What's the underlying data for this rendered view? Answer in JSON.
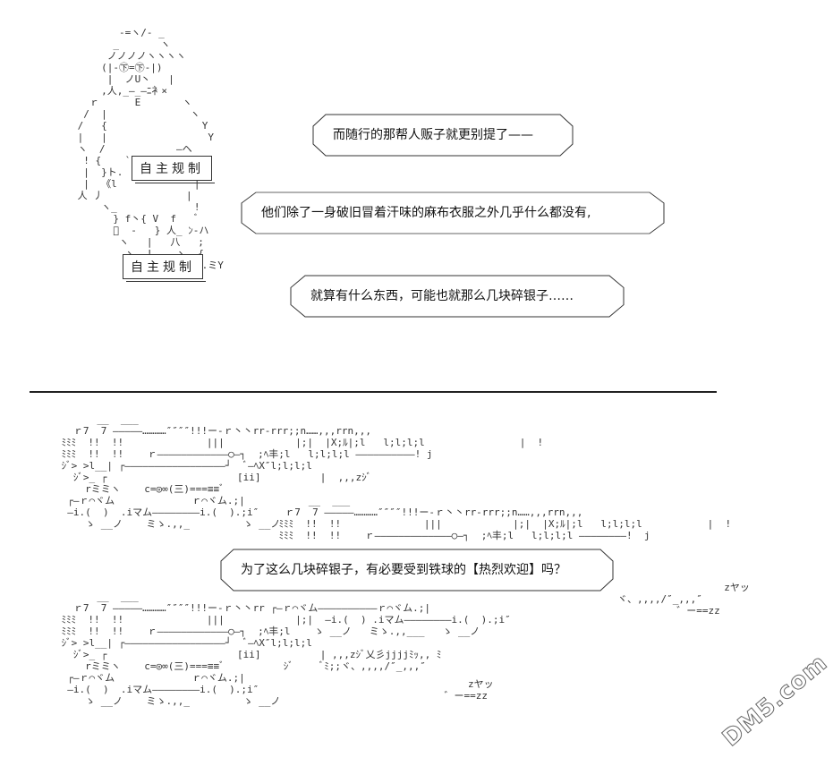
{
  "bubbles": {
    "b1": "而随行的那帮人贩子就更别提了——",
    "b2": "他们除了一身破旧冒着汗味的麻布衣服之外几乎什么都没有,",
    "b3": "就算有什么东西，可能也就那么几块碎银子……",
    "b4": "为了这么几块碎银子，有必要受到铁球的【热烈欢迎】吗？"
  },
  "labels": {
    "mosaic1": "自主规制",
    "mosaic2": "自主规制"
  },
  "sfx": {
    "s1": "zヤッ",
    "s2": "zz",
    "s3": "zヤッ",
    "s4": "zz"
  },
  "watermark": "DM5.com"
}
